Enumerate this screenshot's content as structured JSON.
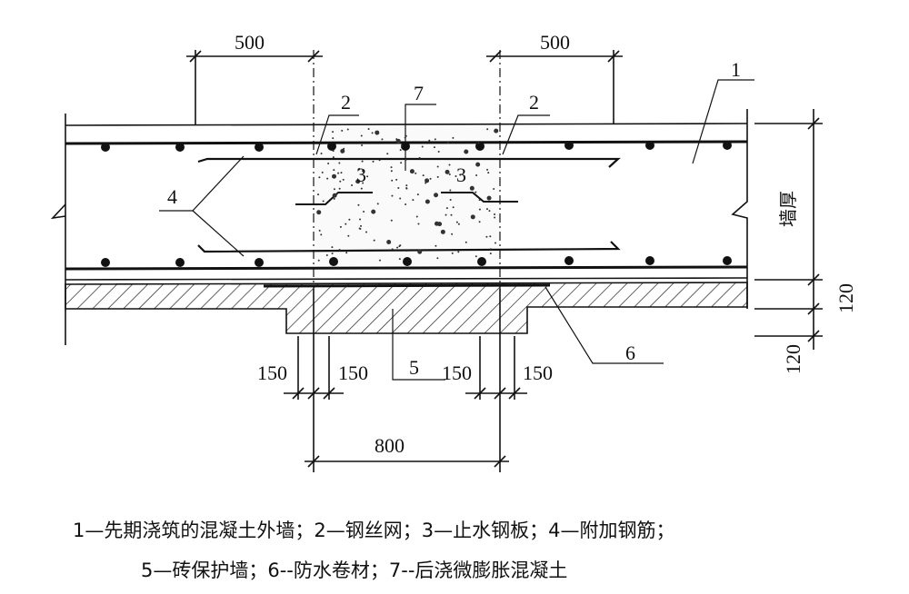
{
  "labels": {
    "n1": "1",
    "n2a": "2",
    "n2b": "2",
    "n3a": "3",
    "n3b": "3",
    "n4": "4",
    "n5": "5",
    "n6": "6",
    "n7": "7"
  },
  "dimensions": {
    "left_top": "500",
    "right_top": "500",
    "bl1": "150",
    "bl2": "150",
    "br1": "150",
    "br2": "150",
    "bottom": "800",
    "wall_thickness": "墙厚",
    "upper_120": "120",
    "lower_120": "120"
  },
  "caption": {
    "line1": "1—先期浇筑的混凝土外墙；2—钢丝网；3—止水钢板；4—附加钢筋；",
    "line2": "5—砖保护墙；6--防水卷材；7--后浇微膨胀混凝土"
  }
}
